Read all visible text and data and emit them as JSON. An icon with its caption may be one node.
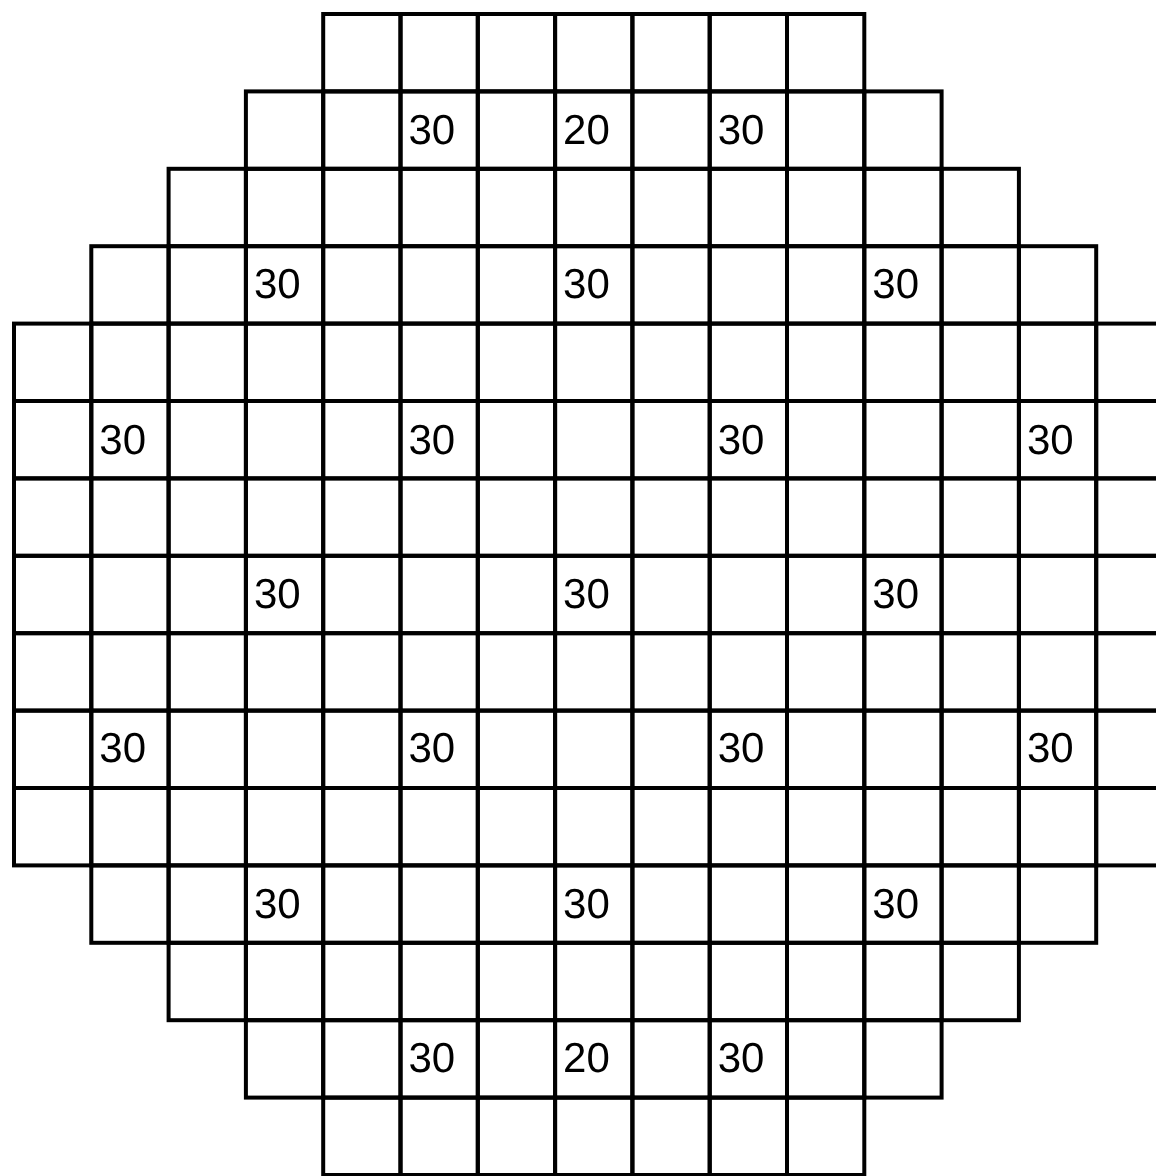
{
  "diagram": {
    "labels": [
      "30",
      "20",
      "30",
      "30",
      "30",
      "30",
      "30",
      "30",
      "30",
      "30",
      "30",
      "30",
      "30",
      "30",
      "30",
      "30",
      "30",
      "30",
      "30",
      "30",
      "30",
      "20",
      "30"
    ]
  }
}
